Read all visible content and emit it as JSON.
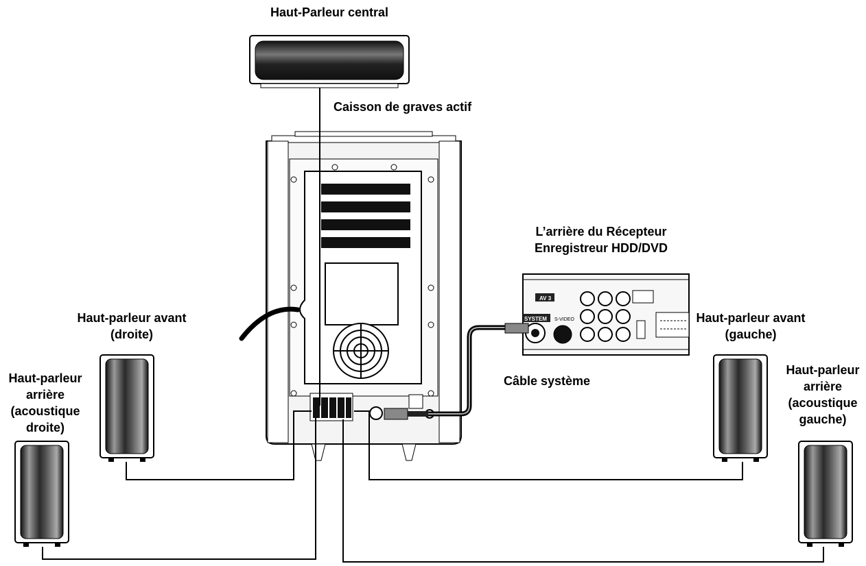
{
  "labels": {
    "center_speaker": "Haut-Parleur central",
    "subwoofer": "Caisson de graves actif",
    "receiver_line1": "L’arrière du Récepteur",
    "receiver_line2": "Enregistreur HDD/DVD",
    "front_right_line1": "Haut-parleur avant",
    "front_right_line2": "(droite)",
    "front_left_line1": "Haut-parleur avant",
    "front_left_line2": "(gauche)",
    "rear_right_line1": "Haut-parleur",
    "rear_right_line2": "arrière",
    "rear_right_line3": "(acoustique",
    "rear_right_line4": "droite)",
    "rear_left_line1": "Haut-parleur",
    "rear_left_line2": "arrière",
    "rear_left_line3": "(acoustique",
    "rear_left_line4": "gauche)",
    "system_cable": "Câble système"
  },
  "panel_text": {
    "av_jack": "AV 3",
    "system_jack": "SYSTEM",
    "svideo_jack": "S-VIDEO"
  }
}
